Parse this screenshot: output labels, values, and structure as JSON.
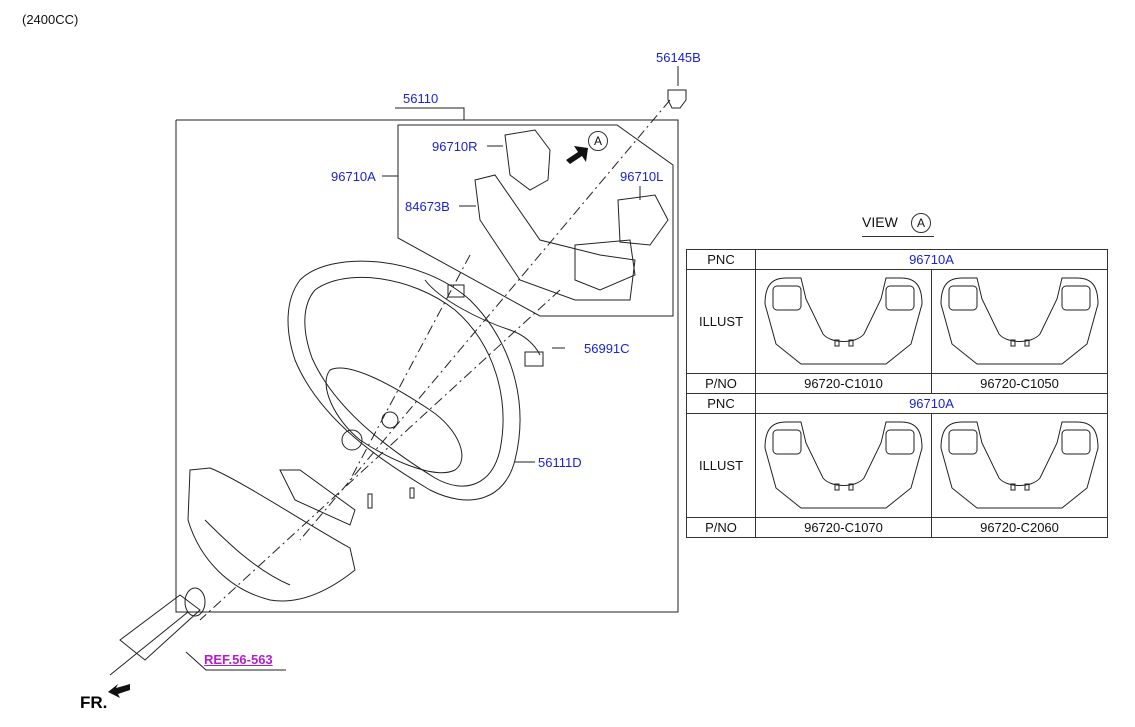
{
  "engine": "(2400CC)",
  "labels": {
    "p56145B": "56145B",
    "p56110": "56110",
    "p96710R": "96710R",
    "p96710A": "96710A",
    "p96710L": "96710L",
    "p84673B": "84673B",
    "p56991C": "56991C",
    "p56111D": "56111D",
    "ref": "REF.56-563",
    "fr": "FR.",
    "view_marker": "A"
  },
  "view": {
    "title": "VIEW",
    "marker": "A"
  },
  "table": {
    "pnc_label": "PNC",
    "illust_label": "ILLUST",
    "pno_label": "P/NO",
    "groups": [
      {
        "pnc": "96710A",
        "parts": [
          "96720-C1010",
          "96720-C1050"
        ]
      },
      {
        "pnc": "96710A",
        "parts": [
          "96720-C1070",
          "96720-C2060"
        ]
      }
    ]
  }
}
